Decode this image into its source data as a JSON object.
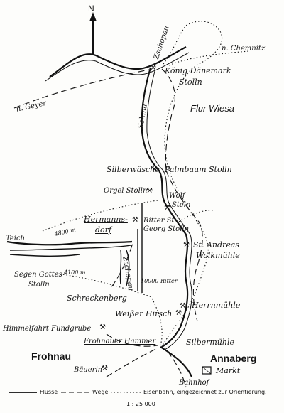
{
  "north": "N",
  "places": {
    "zschopau_top": "Zschopau",
    "chemnitz": "n. Chemnitz",
    "geyer": "n. Geyer",
    "koenig_daenemark": "König Dänemark",
    "koenig_daenemark_2": "Stolln",
    "flur_wiesa": "Flur Wiesa",
    "sehma": "Sehma",
    "silberwaesche": "Silberwäsche",
    "palmbaum": "Palmbaum Stolln",
    "orgel": "Orgel Stolln",
    "wolf_1": "Wolf",
    "wolf_2": "Stein",
    "hermannsdorf_1": "Hermanns-",
    "hermannsdorf_2": "dorf",
    "teich": "Teich",
    "ritter_1": "Ritter St",
    "ritter_2": "Georg Stolln",
    "st_andreas_1": "St. Andreas",
    "st_andreas_2": "Walkmühle",
    "zschopau_mid": "Zschopau",
    "segen_gottes_1": "Segen Gottes",
    "segen_gottes_2": "Stolln",
    "schreckenberg": "Schreckenberg",
    "weisser_hirsch": "Weißer Hirsch",
    "herrnmuehle": "Herrnmühle",
    "himmelfahrt": "Himmelfahrt Fundgrube",
    "frohnauer_hammer": "Frohnauer Hammer",
    "silbermuehle": "Silbermühle",
    "frohnau": "Frohnau",
    "annaberg": "Annaberg",
    "markt": "Markt",
    "baeuerin": "Bäuerin",
    "bahnhof": "Bahnhof"
  },
  "distances": {
    "d4800": "4800 m",
    "d4100": "4100 m",
    "d10000": "10000 Ritter"
  },
  "legend": {
    "fluesse": "Flüsse",
    "wege": "Wege",
    "eisenbahn": "Eisenbahn, eingezeichnet zur Orientierung.",
    "scale": "1 : 25 000"
  }
}
